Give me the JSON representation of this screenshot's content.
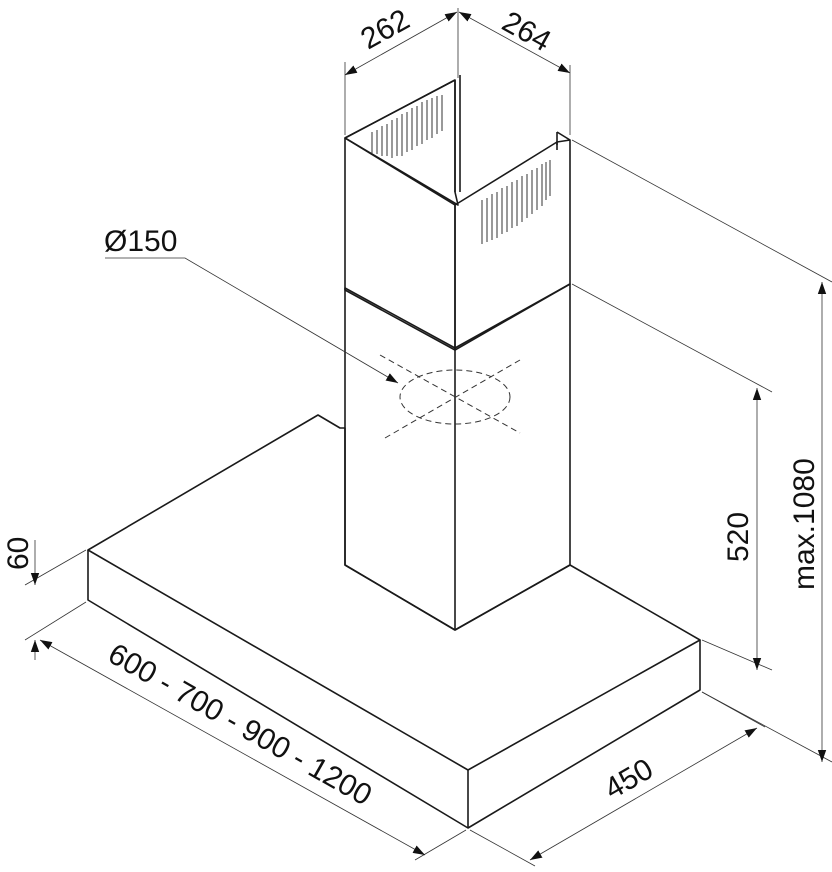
{
  "title": "Chimney hood dimension drawing",
  "dimensions": {
    "chimney_width": "262",
    "chimney_depth": "264",
    "duct_diameter": "Ø150",
    "lower_chimney_height": "520",
    "max_height": "max.1080",
    "canopy_thickness": "60",
    "widths": "600 - 700 - 900 - 1200",
    "canopy_depth": "450"
  },
  "colors": {
    "line": "#1a1a1a",
    "background": "#ffffff"
  }
}
